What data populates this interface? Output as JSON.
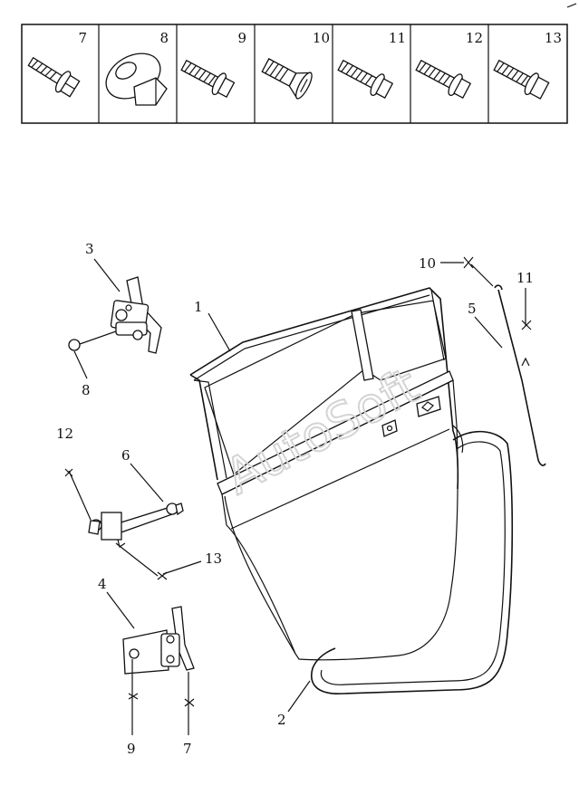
{
  "fastener_table": {
    "cells": [
      {
        "number": "7",
        "icon": "flange-bolt-icon"
      },
      {
        "number": "8",
        "icon": "flange-nut-icon"
      },
      {
        "number": "9",
        "icon": "flange-bolt-icon"
      },
      {
        "number": "10",
        "icon": "countersunk-screw-icon"
      },
      {
        "number": "11",
        "icon": "flange-bolt-icon"
      },
      {
        "number": "12",
        "icon": "flange-bolt-icon"
      },
      {
        "number": "13",
        "icon": "flange-bolt-icon"
      }
    ]
  },
  "callouts": {
    "c1": "1",
    "c2": "2",
    "c3": "3",
    "c4": "4",
    "c5": "5",
    "c6": "6",
    "c7": "7",
    "c8": "8",
    "c9": "9",
    "c10": "10",
    "c11": "11",
    "c12": "12",
    "c13": "13"
  },
  "watermark": "AutoSoft"
}
